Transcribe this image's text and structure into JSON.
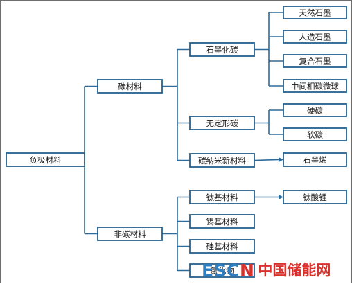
{
  "diagram": {
    "nodes": [
      {
        "id": "anode",
        "label": "负极材料"
      },
      {
        "id": "carbon",
        "label": "碳材料"
      },
      {
        "id": "noncarbon",
        "label": "非碳材料"
      },
      {
        "id": "graphite",
        "label": "石墨化碳"
      },
      {
        "id": "amorphous",
        "label": "无定形碳"
      },
      {
        "id": "nanocarbon",
        "label": "碳纳米新材料"
      },
      {
        "id": "natural-graphite",
        "label": "天然石墨"
      },
      {
        "id": "artificial-graphite",
        "label": "人造石墨"
      },
      {
        "id": "composite-graphite",
        "label": "复合石墨"
      },
      {
        "id": "mcmb",
        "label": "中间相碳微球"
      },
      {
        "id": "hard-carbon",
        "label": "硬碳"
      },
      {
        "id": "soft-carbon",
        "label": "软碳"
      },
      {
        "id": "graphene",
        "label": "石墨烯"
      },
      {
        "id": "titanium",
        "label": "钛基材料"
      },
      {
        "id": "tin",
        "label": "锡基材料"
      },
      {
        "id": "silicon",
        "label": "硅基材料"
      },
      {
        "id": "nitride",
        "label": "氮化物"
      },
      {
        "id": "lto",
        "label": "钛酸锂"
      }
    ],
    "edges": [
      {
        "from": "anode",
        "to": "carbon"
      },
      {
        "from": "anode",
        "to": "noncarbon"
      },
      {
        "from": "carbon",
        "to": "graphite"
      },
      {
        "from": "carbon",
        "to": "amorphous"
      },
      {
        "from": "carbon",
        "to": "nanocarbon"
      },
      {
        "from": "graphite",
        "to": "natural-graphite"
      },
      {
        "from": "graphite",
        "to": "artificial-graphite"
      },
      {
        "from": "graphite",
        "to": "composite-graphite"
      },
      {
        "from": "graphite",
        "to": "mcmb"
      },
      {
        "from": "amorphous",
        "to": "hard-carbon"
      },
      {
        "from": "amorphous",
        "to": "soft-carbon"
      },
      {
        "from": "nanocarbon",
        "to": "graphene"
      },
      {
        "from": "noncarbon",
        "to": "titanium"
      },
      {
        "from": "noncarbon",
        "to": "tin"
      },
      {
        "from": "noncarbon",
        "to": "silicon"
      },
      {
        "from": "noncarbon",
        "to": "nitride"
      },
      {
        "from": "titanium",
        "to": "lto"
      }
    ]
  },
  "watermark": {
    "logo": "ESCN",
    "text": "中国储能网"
  },
  "colors": {
    "node_border": "#24608f",
    "line": "#2d6b9a",
    "logo_blue": "#2f7fc0",
    "logo_red": "#d9302c"
  }
}
